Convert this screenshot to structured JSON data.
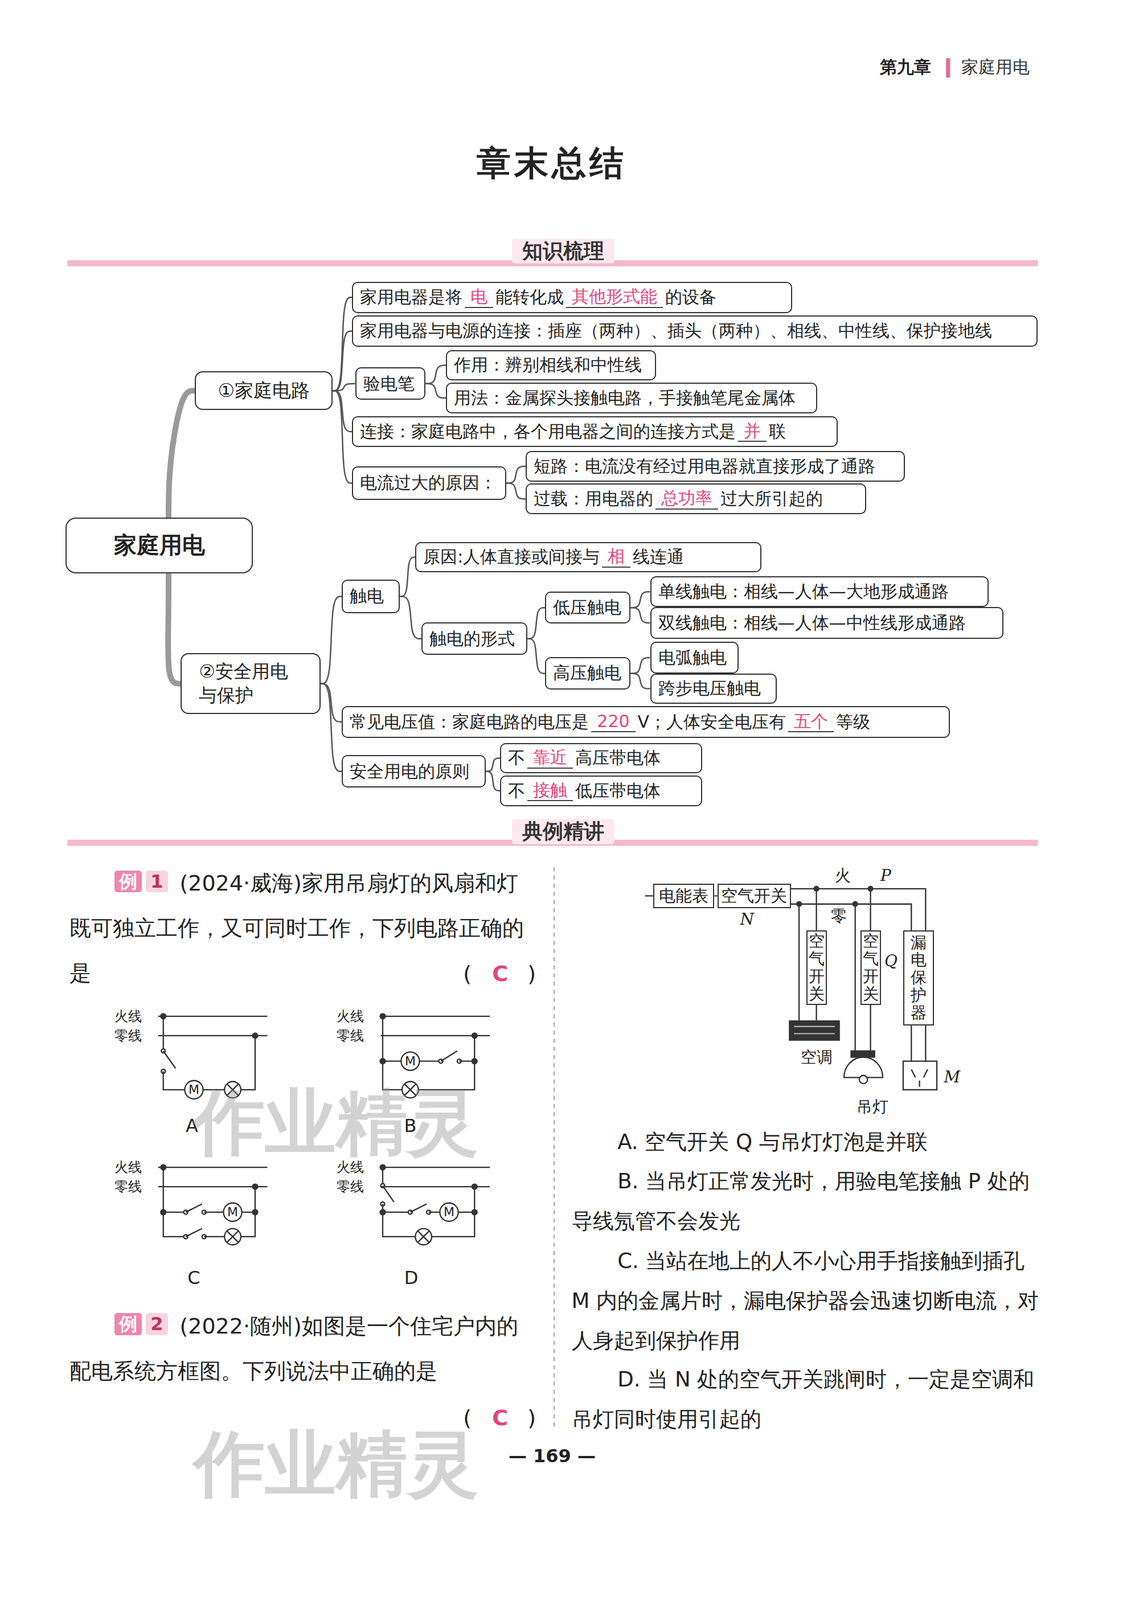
{
  "diagram": {
    "title": "章末总结",
    "nodes": [
      {
        "text": [
          "家庭用电"
        ]
      },
      {
        "text": [
          "①家庭电路"
        ]
      },
      {
        "text": [
          "家用电器是将",
          "电",
          "能转化成",
          "其他形式能",
          "的设备"
        ]
      },
      {
        "text": [
          "家用电器与电源的连接：插座（两种）、插头（两种）、相线、中性线、保护接地线"
        ]
      },
      {
        "text": [
          "验电笔"
        ]
      },
      {
        "text": [
          "作用：辨别相线和中性线"
        ]
      },
      {
        "text": [
          "用法：金属探头接触电路，手接触笔尾金属体"
        ]
      },
      {
        "text": [
          "连接：家庭电路中，各个用电器之间的连接方式是",
          "并",
          "联"
        ]
      },
      {
        "text": [
          "电流过大的原因："
        ]
      },
      {
        "text": [
          "短路：电流没有经过用电器就直接形成了通路"
        ]
      },
      {
        "text": [
          "过载：用电器的",
          "总功率",
          "过大所引起的"
        ]
      },
      {
        "text": [
          "②安全用电与保护"
        ]
      },
      {
        "text": [
          "触电"
        ]
      },
      {
        "text": [
          "原因:人体直接或间接与",
          "相",
          "线连通"
        ]
      },
      {
        "text": [
          "触电的形式"
        ]
      },
      {
        "text": [
          "低压触电"
        ]
      },
      {
        "text": [
          "单线触电：相线—人体—大地形成通路"
        ]
      },
      {
        "text": [
          "双线触电：相线—人体—中性线形成通路"
        ]
      },
      {
        "text": [
          "高压触电"
        ]
      },
      {
        "text": [
          "电弧触电"
        ]
      },
      {
        "text": [
          "跨步电压触电"
        ]
      },
      {
        "text": [
          "常见电压值：家庭电路的电压是",
          "220",
          "V；人体安全电压有",
          "五个",
          "等级"
        ]
      },
      {
        "text": [
          "安全用电的原则"
        ]
      },
      {
        "text": [
          "不",
          "靠近",
          "高压带电体"
        ]
      },
      {
        "text": [
          "不",
          "接触",
          "低压带电体"
        ]
      },
      {
        "text": [
          "电能表"
        ]
      },
      {
        "text": [
          "空气开关"
        ]
      },
      {
        "text": [
          "空气开关"
        ]
      },
      {
        "text": [
          "空气开关"
        ]
      },
      {
        "text": [
          "漏电保护器"
        ]
      }
    ],
    "edges": [
      {
        "from": 0,
        "to": 1,
        "arrow": "none"
      },
      {
        "from": 0,
        "to": 11,
        "arrow": "none"
      },
      {
        "from": 1,
        "to": 2,
        "arrow": "none"
      },
      {
        "from": 1,
        "to": 3,
        "arrow": "none"
      },
      {
        "from": 1,
        "to": 4,
        "arrow": "none"
      },
      {
        "from": 1,
        "to": 7,
        "arrow": "none"
      },
      {
        "from": 1,
        "to": 8,
        "arrow": "none"
      },
      {
        "from": 4,
        "to": 5,
        "arrow": "none"
      },
      {
        "from": 4,
        "to": 6,
        "arrow": "none"
      },
      {
        "from": 8,
        "to": 9,
        "arrow": "none"
      },
      {
        "from": 8,
        "to": 10,
        "arrow": "none"
      },
      {
        "from": 11,
        "to": 12,
        "arrow": "none"
      },
      {
        "from": 11,
        "to": 21,
        "arrow": "none"
      },
      {
        "from": 11,
        "to": 22,
        "arrow": "none"
      },
      {
        "from": 12,
        "to": 13,
        "arrow": "none"
      },
      {
        "from": 12,
        "to": 14,
        "arrow": "none"
      },
      {
        "from": 14,
        "to": 15,
        "arrow": "none"
      },
      {
        "from": 14,
        "to": 18,
        "arrow": "none"
      },
      {
        "from": 15,
        "to": 16,
        "arrow": "none"
      },
      {
        "from": 15,
        "to": 17,
        "arrow": "none"
      },
      {
        "from": 18,
        "to": 19,
        "arrow": "none"
      },
      {
        "from": 18,
        "to": 20,
        "arrow": "none"
      },
      {
        "from": 22,
        "to": 23,
        "arrow": "none"
      },
      {
        "from": 22,
        "to": 24,
        "arrow": "none"
      },
      {
        "from": 25,
        "to": 26,
        "arrow": "none"
      }
    ],
    "labels": [
      "第九章",
      "家庭用电",
      "知识梳理",
      "典例精讲",
      "例",
      "1",
      "(2024·威海)家用吊扇灯的风扇和灯既可独立工作，又可同时工作，下列电路正确的是",
      "(",
      "C",
      ")",
      "火线",
      "零线",
      "M",
      "A",
      "火线",
      "零线",
      "M",
      "B",
      "火线",
      "零线",
      "M",
      "C",
      "火线",
      "零线",
      "M",
      "D",
      "例",
      "2",
      "(2022·随州)如图是一个住宅户内的配电系统方框图。下列说法中正确的是",
      "(",
      "C",
      ")",
      "火",
      "P",
      "零",
      "N",
      "Q",
      "空调",
      "吊灯",
      "M",
      "A. 空气开关 Q 与吊灯灯泡是并联",
      "B. 当吊灯正常发光时，用验电笔接触 P 处的导线氖管不会发光",
      "C. 当站在地上的人不小心用手指接触到插孔 M 内的金属片时，漏电保护器会迅速切断电流，对人身起到保护作用",
      "D. 当 N 处的空气开关跳闸时，一定是空调和吊灯同时使用引起的",
      "— 169 —",
      "作业精灵",
      "作业精灵"
    ]
  }
}
